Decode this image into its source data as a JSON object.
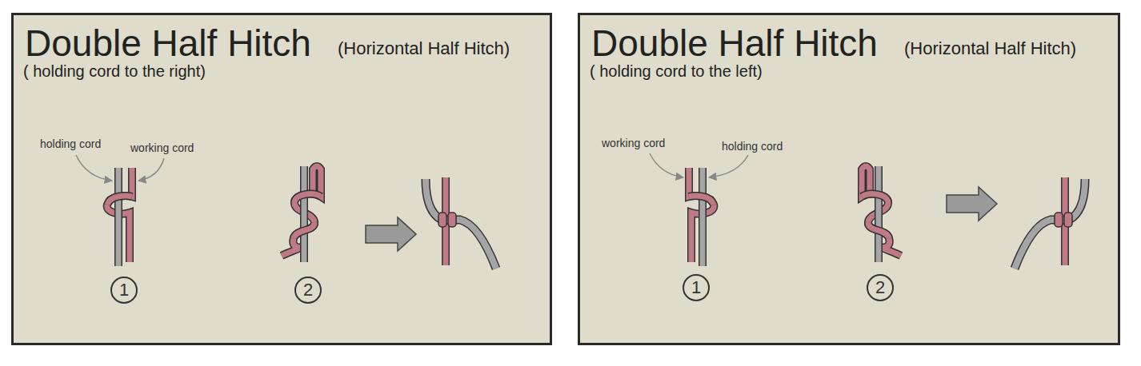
{
  "diagram": {
    "nodes": [
      {
        "text": [
          "Double Half Hitch",
          "(Horizontal Half Hitch)",
          "( holding cord to the right)"
        ]
      },
      {
        "text": [
          "1"
        ],
        "in": 0
      },
      {
        "text": [
          "2"
        ],
        "in": 0
      },
      {
        "text": [
          "Double Half Hitch",
          "(Horizontal Half Hitch)",
          "( holding cord to the left)"
        ]
      },
      {
        "text": [
          "1"
        ],
        "in": 3
      },
      {
        "text": [
          "2"
        ],
        "in": 3
      }
    ],
    "labels": [
      "holding cord",
      "working cord",
      "working cord",
      "holding cord"
    ]
  }
}
